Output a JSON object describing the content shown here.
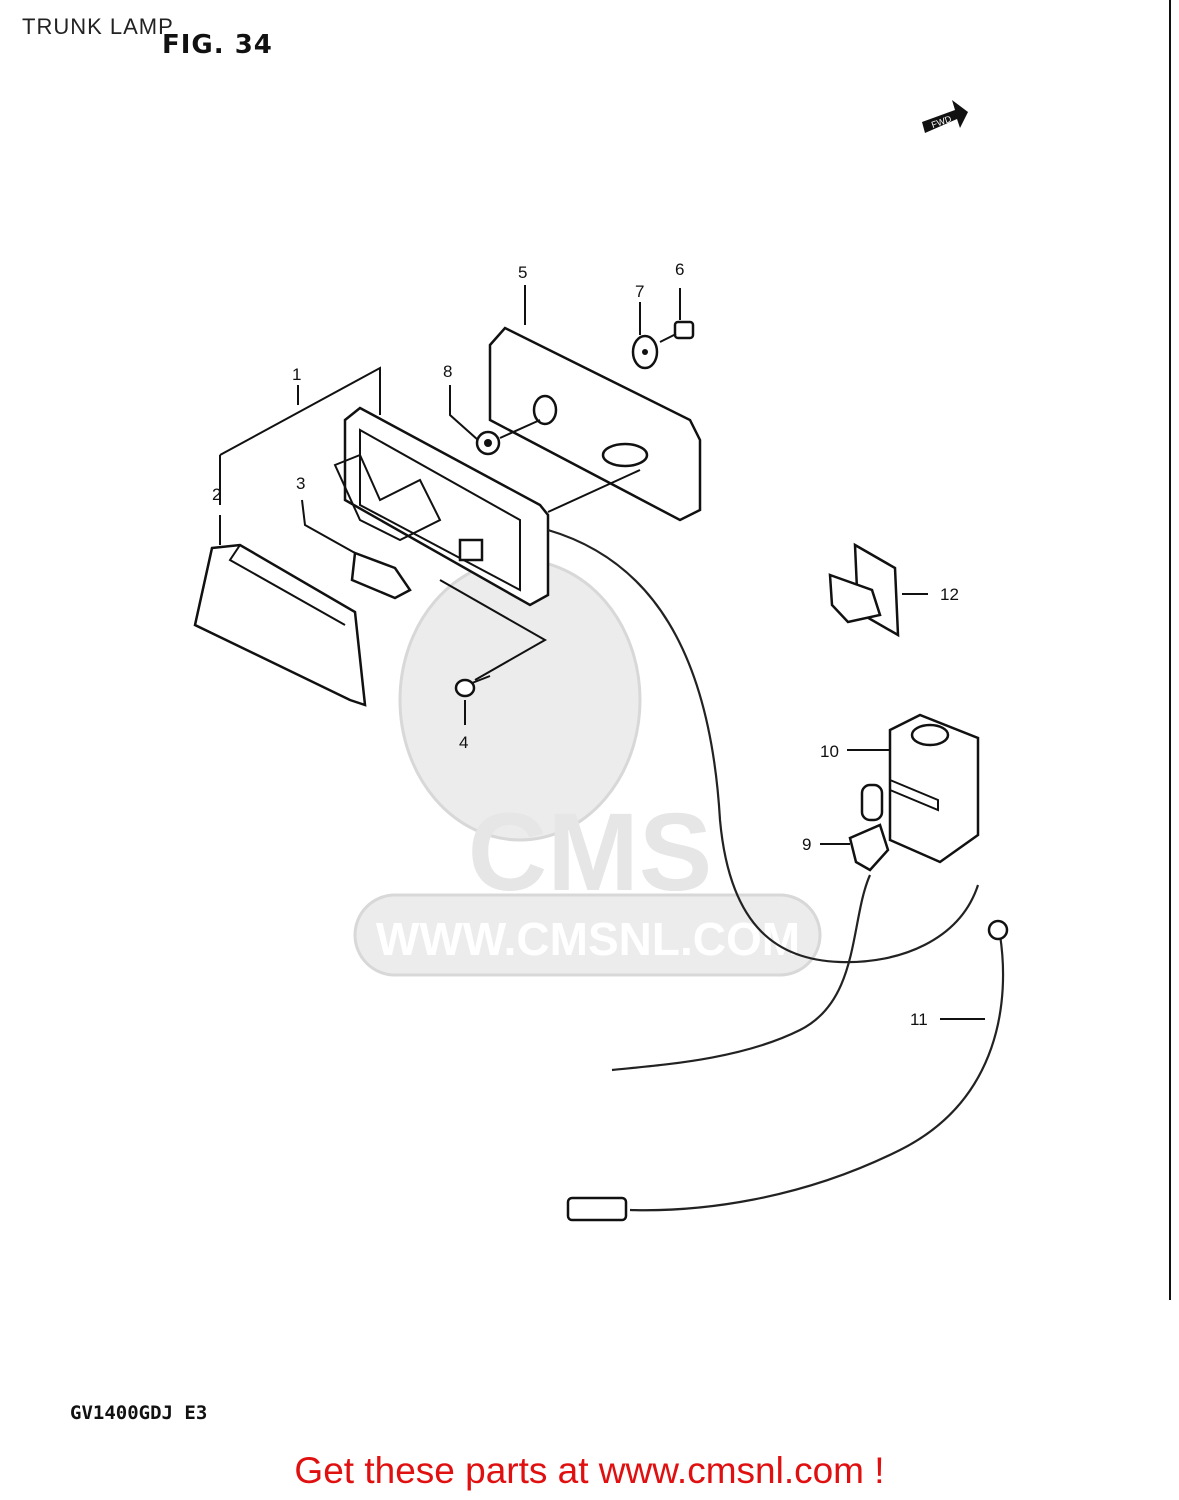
{
  "page": {
    "title": "TRUNK LAMP",
    "figure": "FIG. 34",
    "fwd_label": "FWD",
    "model_code": "GV1400GDJ E3",
    "promo_text": "Get these parts at www.cmsnl.com !"
  },
  "watermark": {
    "brand": "CMS",
    "url": "WWW.CMSNL.COM"
  },
  "callouts": [
    {
      "id": "1",
      "label": "1"
    },
    {
      "id": "2",
      "label": "2"
    },
    {
      "id": "3",
      "label": "3"
    },
    {
      "id": "4",
      "label": "4"
    },
    {
      "id": "5",
      "label": "5"
    },
    {
      "id": "6",
      "label": "6"
    },
    {
      "id": "7",
      "label": "7"
    },
    {
      "id": "8",
      "label": "8"
    },
    {
      "id": "9",
      "label": "9"
    },
    {
      "id": "10",
      "label": "10"
    },
    {
      "id": "11",
      "label": "11"
    },
    {
      "id": "12",
      "label": "12"
    }
  ],
  "colors": {
    "promo": "#e01010",
    "line": "#111111",
    "watermark": "#ececec"
  }
}
